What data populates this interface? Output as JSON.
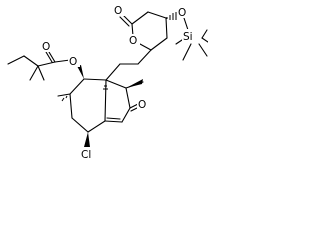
{
  "atoms": {
    "lactone_carbonyl_o": "O",
    "ring_o": "O",
    "ether_o": "O",
    "si": "Si",
    "ester_carbonyl_o": "O",
    "ester_o": "O",
    "ketone_o": "O",
    "chlorine": "Cl"
  },
  "stereo_labels": {
    "c1": "",
    "c4": "",
    "c5": ""
  },
  "colors": {
    "ink": "#000000",
    "background": "#ffffff"
  }
}
